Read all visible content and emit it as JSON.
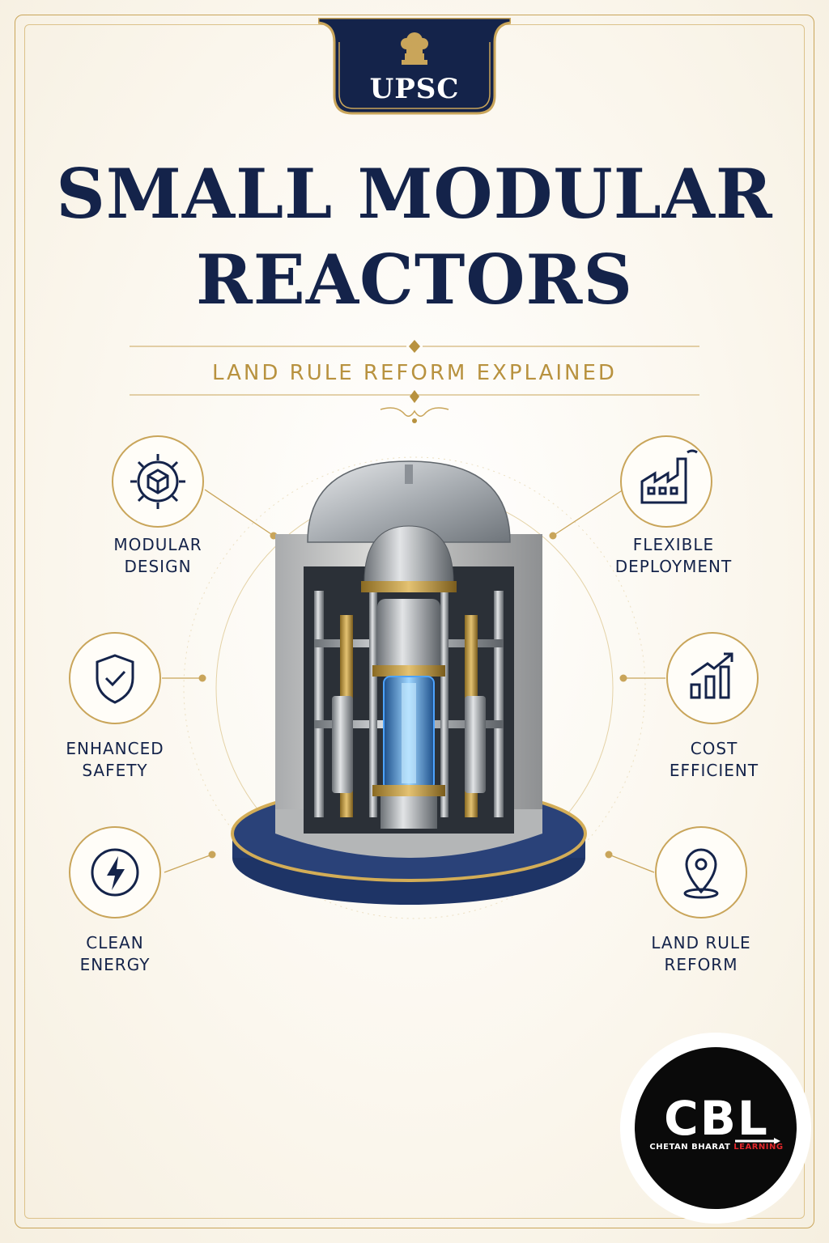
{
  "header": {
    "badge_label": "UPSC",
    "title_line1": "SMALL MODULAR",
    "title_line2": "REACTORS",
    "subtitle": "LAND RULE REFORM EXPLAINED"
  },
  "features": {
    "modular_design": {
      "line1": "MODULAR",
      "line2": "DESIGN",
      "icon": "gear-cube-icon"
    },
    "enhanced_safety": {
      "line1": "ENHANCED",
      "line2": "SAFETY",
      "icon": "shield-check-icon"
    },
    "clean_energy": {
      "line1": "CLEAN",
      "line2": "ENERGY",
      "icon": "lightning-icon"
    },
    "flexible_deployment": {
      "line1": "FLEXIBLE",
      "line2": "DEPLOYMENT",
      "icon": "factory-icon"
    },
    "cost_efficient": {
      "line1": "COST",
      "line2": "EFFICIENT",
      "icon": "bar-chart-arrow-icon"
    },
    "land_rule_reform": {
      "line1": "LAND RULE",
      "line2": "REFORM",
      "icon": "map-pin-icon"
    }
  },
  "brand": {
    "letters": "CBL",
    "name_main": "CHETAN BHARAT ",
    "name_accent": "LEARNING"
  },
  "colors": {
    "navy": "#14234a",
    "gold": "#b8923f",
    "cream": "#fbf7ee",
    "brand_red": "#e0262a"
  }
}
